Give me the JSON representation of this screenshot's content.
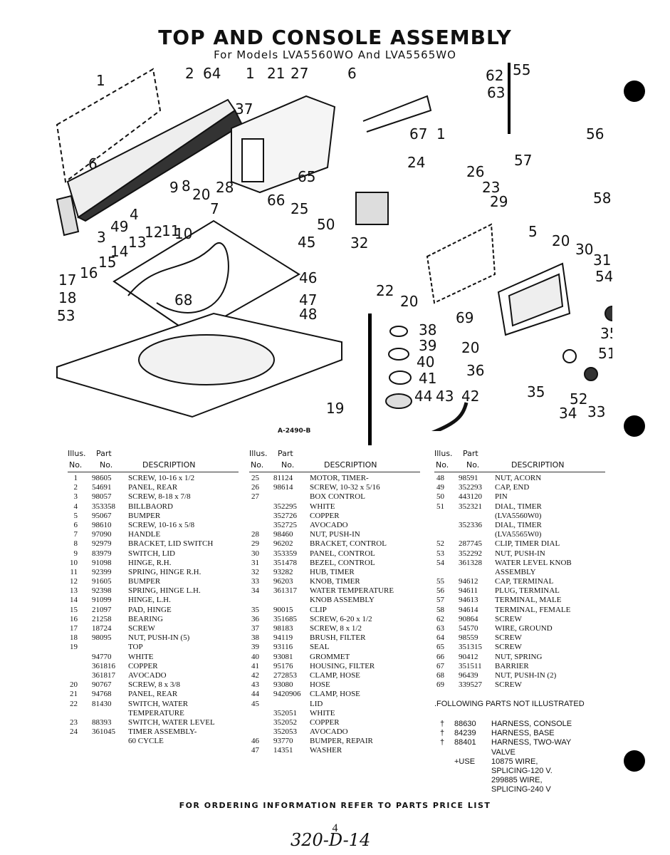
{
  "title": "TOP AND CONSOLE ASSEMBLY",
  "subtitle": "For Models LVA5560WO And LVA5565WO",
  "figure_id": "A-2490-B",
  "callouts": [
    "1",
    "2",
    "64",
    "1",
    "21",
    "27",
    "6",
    "62",
    "63",
    "55",
    "37",
    "67",
    "1",
    "56",
    "6",
    "65",
    "24",
    "57",
    "58",
    "9",
    "8",
    "20",
    "28",
    "66",
    "26",
    "23",
    "7",
    "25",
    "29",
    "4",
    "50",
    "5",
    "49",
    "32",
    "20",
    "30",
    "3",
    "12",
    "11",
    "10",
    "45",
    "31",
    "14",
    "13",
    "54",
    "15",
    "46",
    "22",
    "20",
    "47",
    "16",
    "68",
    "17",
    "48",
    "69",
    "18",
    "53",
    "38",
    "35",
    "39",
    "20",
    "51",
    "40",
    "36",
    "41",
    "35",
    "52",
    "44",
    "43",
    "42",
    "34",
    "33",
    "19"
  ],
  "table_headers": {
    "illus": "Illus.",
    "part": "Part",
    "no": "No.",
    "description": "DESCRIPTION"
  },
  "columns": [
    [
      {
        "illus": "1",
        "part": "98605",
        "desc": "SCREW, 10-16 x 1/2"
      },
      {
        "illus": "2",
        "part": "54691",
        "desc": "PANEL, REAR"
      },
      {
        "illus": "3",
        "part": "98057",
        "desc": "SCREW, 8-18 x 7/8"
      },
      {
        "illus": "4",
        "part": "353358",
        "desc": "BILLBAORD"
      },
      {
        "illus": "5",
        "part": "95067",
        "desc": "BUMPER"
      },
      {
        "illus": "6",
        "part": "98610",
        "desc": "SCREW, 10-16 x 5/8"
      },
      {
        "illus": "7",
        "part": "97090",
        "desc": "HANDLE"
      },
      {
        "illus": "8",
        "part": "92979",
        "desc": "BRACKET, LID SWITCH"
      },
      {
        "illus": "9",
        "part": "83979",
        "desc": "SWITCH, LID"
      },
      {
        "illus": "10",
        "part": "91098",
        "desc": "HINGE, R.H."
      },
      {
        "illus": "11",
        "part": "92399",
        "desc": "SPRING, HINGE R.H."
      },
      {
        "illus": "12",
        "part": "91605",
        "desc": "BUMPER"
      },
      {
        "illus": "13",
        "part": "92398",
        "desc": "SPRING, HINGE L.H."
      },
      {
        "illus": "14",
        "part": "91099",
        "desc": "HINGE, L.H."
      },
      {
        "illus": "15",
        "part": "21097",
        "desc": "PAD, HINGE"
      },
      {
        "illus": "16",
        "part": "21258",
        "desc": "BEARING"
      },
      {
        "illus": "17",
        "part": "18724",
        "desc": "SCREW"
      },
      {
        "illus": "18",
        "part": "98095",
        "desc": "NUT, PUSH-IN (5)"
      },
      {
        "illus": "19",
        "part": "",
        "desc": "TOP"
      },
      {
        "illus": "",
        "part": "94770",
        "desc": "WHITE"
      },
      {
        "illus": "",
        "part": "361816",
        "desc": "COPPER"
      },
      {
        "illus": "",
        "part": "361817",
        "desc": "AVOCADO"
      },
      {
        "illus": "20",
        "part": "90767",
        "desc": "SCREW, 8 x 3/8"
      },
      {
        "illus": "21",
        "part": "94768",
        "desc": "PANEL, REAR"
      },
      {
        "illus": "22",
        "part": "81430",
        "desc": "SWITCH, WATER"
      },
      {
        "illus": "",
        "part": "",
        "desc": "TEMPERATURE"
      },
      {
        "illus": "23",
        "part": "88393",
        "desc": "SWITCH, WATER LEVEL"
      },
      {
        "illus": "24",
        "part": "361045",
        "desc": "TIMER ASSEMBLY-"
      },
      {
        "illus": "",
        "part": "",
        "desc": "60 CYCLE"
      }
    ],
    [
      {
        "illus": "25",
        "part": "81124",
        "desc": "MOTOR, TIMER-"
      },
      {
        "illus": "26",
        "part": "98614",
        "desc": "SCREW, 10-32 x 5/16"
      },
      {
        "illus": "27",
        "part": "",
        "desc": "BOX CONTROL"
      },
      {
        "illus": "",
        "part": "352295",
        "desc": "WHITE"
      },
      {
        "illus": "",
        "part": "352726",
        "desc": "COPPER"
      },
      {
        "illus": "",
        "part": "352725",
        "desc": "AVOCADO"
      },
      {
        "illus": "28",
        "part": "98460",
        "desc": "NUT, PUSH-IN"
      },
      {
        "illus": "29",
        "part": "96202",
        "desc": "BRACKET, CONTROL"
      },
      {
        "illus": "30",
        "part": "353359",
        "desc": "PANEL, CONTROL"
      },
      {
        "illus": "31",
        "part": "351478",
        "desc": "BEZEL, CONTROL"
      },
      {
        "illus": "32",
        "part": "93282",
        "desc": "HUB, TIMER"
      },
      {
        "illus": "33",
        "part": "96203",
        "desc": "KNOB, TIMER"
      },
      {
        "illus": "34",
        "part": "361317",
        "desc": "WATER TEMPERATURE"
      },
      {
        "illus": "",
        "part": "",
        "desc": "KNOB ASSEMBLY"
      },
      {
        "illus": "35",
        "part": "90015",
        "desc": "CLIP"
      },
      {
        "illus": "36",
        "part": "351685",
        "desc": "SCREW, 6-20 x 1/2"
      },
      {
        "illus": "37",
        "part": "98183",
        "desc": "SCREW, 8 x 1/2"
      },
      {
        "illus": "38",
        "part": "94119",
        "desc": "BRUSH, FILTER"
      },
      {
        "illus": "39",
        "part": "93116",
        "desc": "SEAL"
      },
      {
        "illus": "40",
        "part": "93081",
        "desc": "GROMMET"
      },
      {
        "illus": "41",
        "part": "95176",
        "desc": "HOUSING, FILTER"
      },
      {
        "illus": "42",
        "part": "272853",
        "desc": "CLAMP, HOSE"
      },
      {
        "illus": "43",
        "part": "93080",
        "desc": "HOSE"
      },
      {
        "illus": "44",
        "part": "9420906",
        "desc": "CLAMP, HOSE"
      },
      {
        "illus": "45",
        "part": "",
        "desc": "LID"
      },
      {
        "illus": "",
        "part": "352051",
        "desc": "WHITE"
      },
      {
        "illus": "",
        "part": "352052",
        "desc": "COPPER"
      },
      {
        "illus": "",
        "part": "352053",
        "desc": "AVOCADO"
      },
      {
        "illus": "46",
        "part": "93770",
        "desc": "BUMPER, REPAIR"
      },
      {
        "illus": "47",
        "part": "14351",
        "desc": "WASHER"
      }
    ],
    [
      {
        "illus": "48",
        "part": "98591",
        "desc": "NUT, ACORN"
      },
      {
        "illus": "49",
        "part": "352293",
        "desc": "CAP, END"
      },
      {
        "illus": "50",
        "part": "443120",
        "desc": "PIN"
      },
      {
        "illus": "51",
        "part": "352321",
        "desc": "DIAL, TIMER"
      },
      {
        "illus": "",
        "part": "",
        "desc": "(LVA5560W0)"
      },
      {
        "illus": "",
        "part": "352336",
        "desc": "DIAL, TIMER"
      },
      {
        "illus": "",
        "part": "",
        "desc": "(LVA5565W0)"
      },
      {
        "illus": "52",
        "part": "287745",
        "desc": "CLIP, TIMER DIAL"
      },
      {
        "illus": "53",
        "part": "352292",
        "desc": "NUT, PUSH-IN"
      },
      {
        "illus": "54",
        "part": "361328",
        "desc": "WATER LEVEL KNOB"
      },
      {
        "illus": "",
        "part": "",
        "desc": "ASSEMBLY"
      },
      {
        "illus": "55",
        "part": "94612",
        "desc": "CAP, TERMINAL"
      },
      {
        "illus": "56",
        "part": "94611",
        "desc": "PLUG, TERMINAL"
      },
      {
        "illus": "57",
        "part": "94613",
        "desc": "TERMINAL, MALE"
      },
      {
        "illus": "58",
        "part": "94614",
        "desc": "TERMINAL, FEMALE"
      },
      {
        "illus": "62",
        "part": "90864",
        "desc": "SCREW"
      },
      {
        "illus": "63",
        "part": "54570",
        "desc": "WIRE, GROUND"
      },
      {
        "illus": "64",
        "part": "98559",
        "desc": "SCREW"
      },
      {
        "illus": "65",
        "part": "351315",
        "desc": "SCREW"
      },
      {
        "illus": "66",
        "part": "90412",
        "desc": "NUT, SPRING"
      },
      {
        "illus": "67",
        "part": "351511",
        "desc": "BARRIER"
      },
      {
        "illus": "68",
        "part": "96439",
        "desc": "NUT, PUSH-IN (2)"
      },
      {
        "illus": "69",
        "part": "339527",
        "desc": "SCREW"
      }
    ]
  ],
  "not_illustrated_heading": ".FOLLOWING PARTS NOT ILLUSTRATED",
  "not_illustrated": [
    {
      "mark": "†",
      "part": "88630",
      "desc": "HARNESS, CONSOLE"
    },
    {
      "mark": "†",
      "part": "84239",
      "desc": "HARNESS, BASE"
    },
    {
      "mark": "†",
      "part": "88401",
      "desc": "HARNESS, TWO-WAY"
    },
    {
      "mark": "",
      "part": "",
      "desc": "VALVE"
    },
    {
      "mark": "",
      "part": "+USE",
      "desc": "10875 WIRE,"
    },
    {
      "mark": "",
      "part": "",
      "desc": "SPLICING-120 V."
    },
    {
      "mark": "",
      "part": "",
      "desc": "299885 WIRE,"
    },
    {
      "mark": "",
      "part": "",
      "desc": "SPLICING-240 V"
    }
  ],
  "ordering_note": "FOR ORDERING INFORMATION REFER TO PARTS PRICE LIST",
  "page_number": "4",
  "handwritten_ref": "320-D-14"
}
